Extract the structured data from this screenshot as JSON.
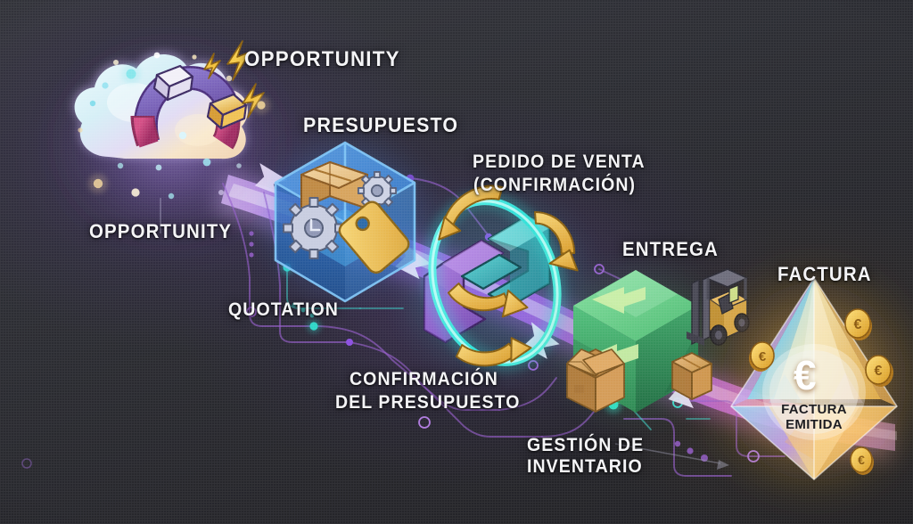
{
  "scene": {
    "title": "Sales process flow infographic",
    "background_color": "#2f3036",
    "flow_beam_color": "#b565f0",
    "accent_cyan": "#4fe8df",
    "accent_gold": "#f0b63c",
    "accent_green": "#5ec97a",
    "accent_blue": "#2f7fd6"
  },
  "labels": {
    "opportunity_top": "OPPORTUNITY",
    "opportunity_bottom": "OPPORTUNITY",
    "presupuesto": "PRESUPUESTO",
    "quotation": "QUOTATION",
    "pedido_de_venta_line1": "PEDIDO DE VENTA",
    "pedido_de_venta_line2": "(CONFIRMACIÓN)",
    "confirmacion_line1": "CONFIRMACIÓN",
    "confirmacion_line2": "DEL PRESUPUESTO",
    "entrega": "ENTREGA",
    "gestion_line1": "GESTIÓN DE",
    "gestion_line2": "INVENTARIO",
    "factura": "FACTURA"
  },
  "stages": [
    {
      "id": "opportunity",
      "icon": "magnet-cloud-icon",
      "label_top": "OPPORTUNITY",
      "label_bottom": "OPPORTUNITY"
    },
    {
      "id": "quotation",
      "icon": "blue-cube-icon",
      "label_top": "PRESUPUESTO",
      "label_bottom": "QUOTATION"
    },
    {
      "id": "sales-order",
      "icon": "chain-links-ring-icon",
      "label_top": "PEDIDO DE VENTA (CONFIRMACIÓN)",
      "label_bottom": "CONFIRMACIÓN DEL PRESUPUESTO"
    },
    {
      "id": "delivery",
      "icon": "green-cube-forklift-icon",
      "label_top": "ENTREGA",
      "label_bottom": "GESTIÓN DE INVENTARIO"
    },
    {
      "id": "invoice",
      "icon": "crystal-diamond-icon",
      "label_top": "FACTURA",
      "label_bottom": ""
    }
  ],
  "invoice_badge": {
    "currency_symbol": "€",
    "line1": "FACTURA",
    "line2": "EMITIDA"
  }
}
